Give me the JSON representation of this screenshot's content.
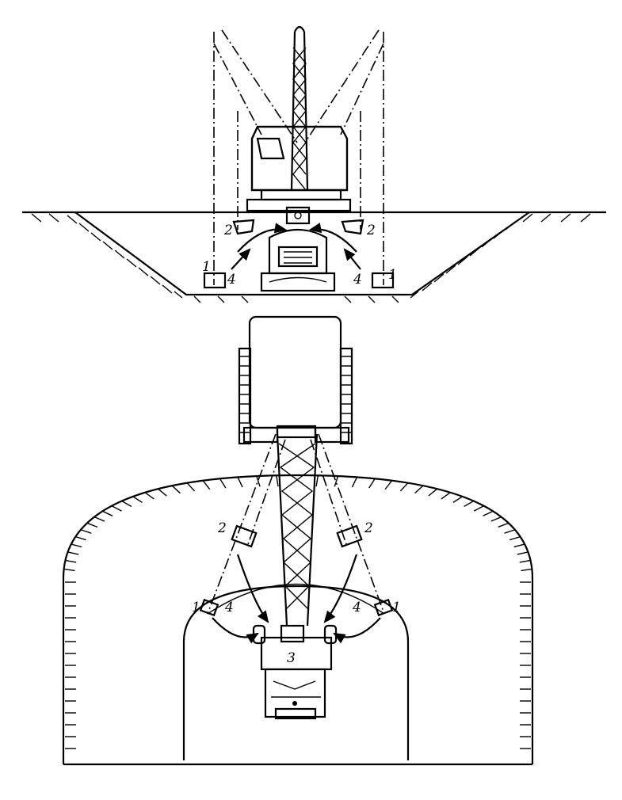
{
  "labels": {
    "pos1": "1",
    "pos2": "2",
    "pos3": "3",
    "pos4": "4"
  }
}
